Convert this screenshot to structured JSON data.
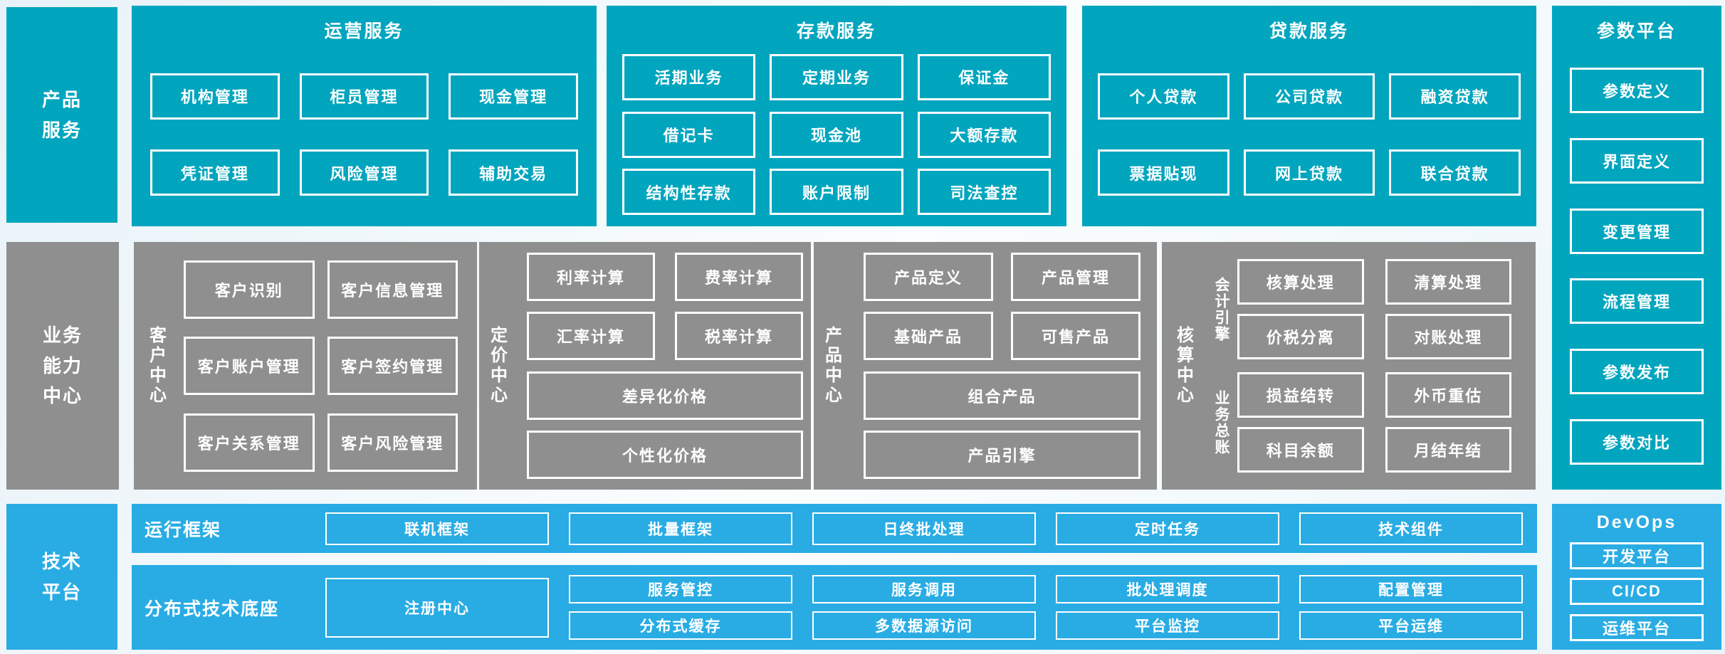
{
  "colors": {
    "panel_teal": "#01a5be",
    "panel_gray": "#8f8f8f",
    "panel_blue": "#29ace4",
    "box_border": "#ffffff",
    "text": "#ffffff"
  },
  "sections": {
    "product_services": {
      "lines": [
        "产品",
        "服务"
      ]
    },
    "operations": {
      "title": "运营服务",
      "boxes": [
        "机构管理",
        "柜员管理",
        "现金管理",
        "凭证管理",
        "风险管理",
        "辅助交易"
      ]
    },
    "deposit": {
      "title": "存款服务",
      "boxes": [
        "活期业务",
        "定期业务",
        "保证金",
        "借记卡",
        "现金池",
        "大额存款",
        "结构性存款",
        "账户限制",
        "司法查控"
      ]
    },
    "loan": {
      "title": "贷款服务",
      "boxes": [
        "个人贷款",
        "公司贷款",
        "融资贷款",
        "票据贴现",
        "网上贷款",
        "联合贷款"
      ]
    },
    "parameter_platform": {
      "title": "参数平台",
      "boxes": [
        "参数定义",
        "界面定义",
        "变更管理",
        "流程管理",
        "参数发布",
        "参数对比"
      ]
    },
    "business_capability": {
      "lines": [
        "业务",
        "能力",
        "中心"
      ]
    },
    "customer_center": {
      "label": "客户中心",
      "boxes": [
        "客户识别",
        "客户信息管理",
        "客户账户管理",
        "客户签约管理",
        "客户关系管理",
        "客户风险管理"
      ]
    },
    "pricing_center": {
      "label": "定价中心",
      "boxes": [
        "利率计算",
        "费率计算",
        "汇率计算",
        "税率计算"
      ],
      "wide_boxes": [
        "差异化价格",
        "个性化价格"
      ]
    },
    "product_center": {
      "label": "产品中心",
      "boxes": [
        "产品定义",
        "产品管理",
        "基础产品",
        "可售产品"
      ],
      "wide_boxes": [
        "组合产品",
        "产品引擎"
      ]
    },
    "accounting_center": {
      "label": "核算中心",
      "groups": [
        {
          "label": "会计引擎",
          "boxes": [
            "核算处理",
            "清算处理",
            "价税分离",
            "对账处理"
          ]
        },
        {
          "label": "业务总账",
          "boxes": [
            "损益结转",
            "外币重估",
            "科目余额",
            "月结年结"
          ]
        }
      ]
    },
    "tech_platform": {
      "lines": [
        "技术",
        "平台"
      ]
    },
    "runtime_framework": {
      "label": "运行框架",
      "boxes": [
        "联机框架",
        "批量框架",
        "日终批处理",
        "定时任务",
        "技术组件"
      ]
    },
    "distributed_base": {
      "label": "分布式技术底座",
      "registry": "注册中心",
      "rows": [
        [
          "服务管控",
          "服务调用",
          "批处理调度",
          "配置管理"
        ],
        [
          "分布式缓存",
          "多数据源访问",
          "平台监控",
          "平台运维"
        ]
      ]
    },
    "devops": {
      "title": "DevOps",
      "boxes": [
        "开发平台",
        "CI/CD",
        "运维平台"
      ]
    }
  }
}
